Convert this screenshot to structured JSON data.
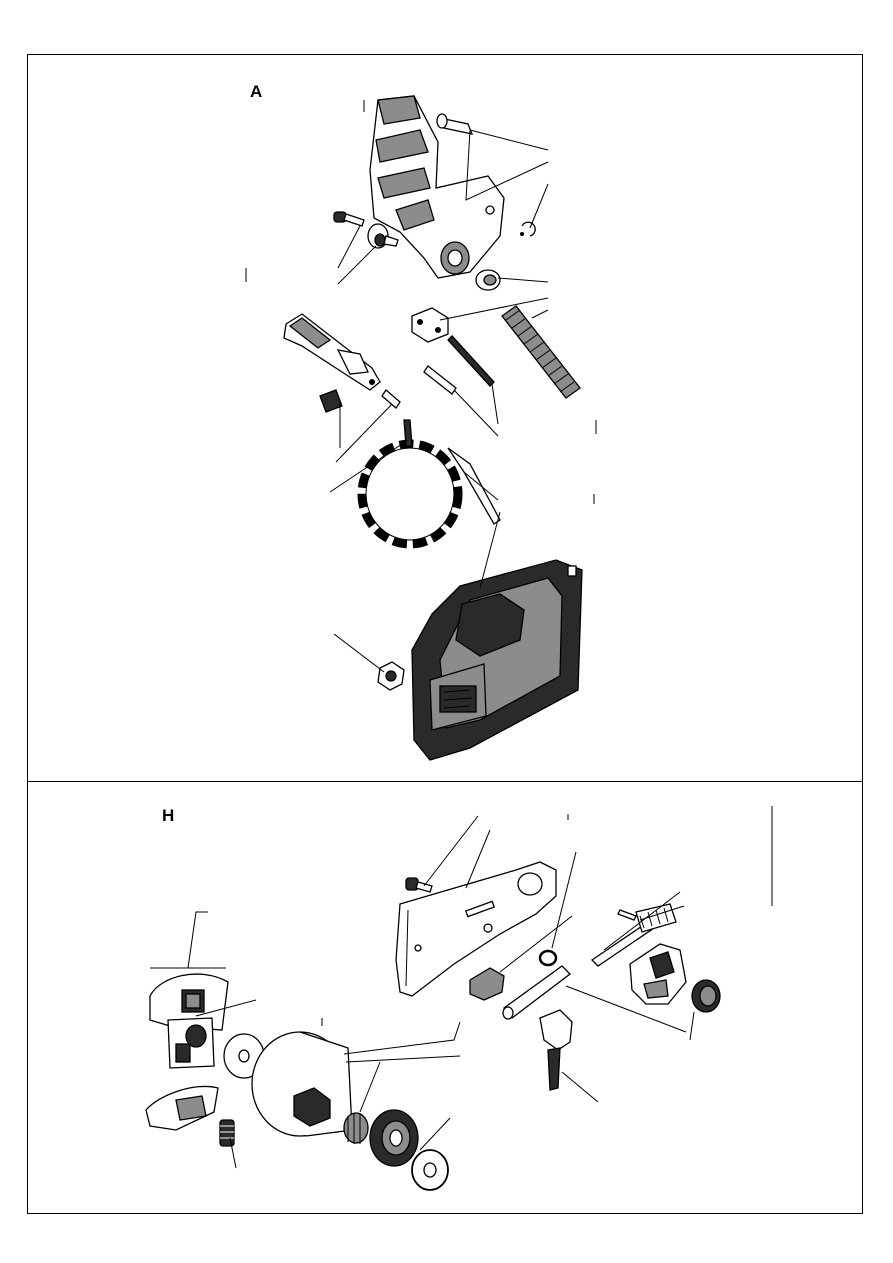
{
  "panels": [
    {
      "id": "A",
      "label": "A"
    },
    {
      "id": "H",
      "label": "H"
    }
  ]
}
